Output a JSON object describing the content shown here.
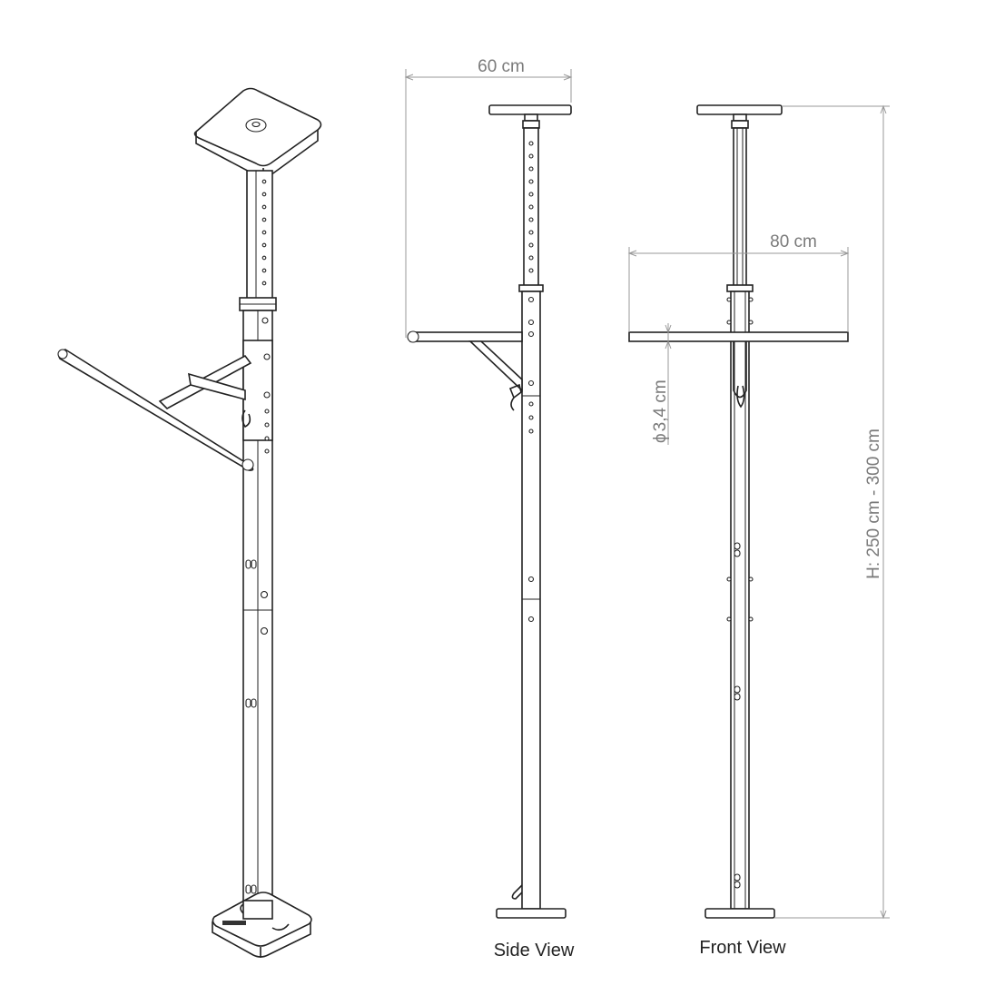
{
  "dimensions": {
    "top_plate_width": "60 cm",
    "bar_width": "80 cm",
    "bar_diameter": "3,4 cm",
    "diameter_symbol": "ϕ",
    "height_range": "H: 250 cm - 300 cm"
  },
  "captions": {
    "side_view": "Side View",
    "front_view": "Front View"
  },
  "colors": {
    "line": "#222222",
    "dimension": "#9a9a9a",
    "background": "#ffffff"
  }
}
